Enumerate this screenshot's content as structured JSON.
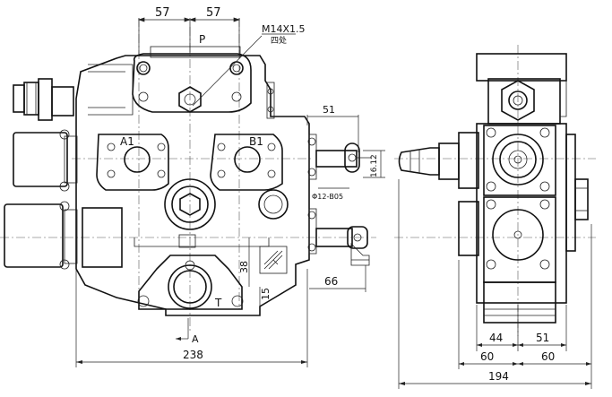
{
  "drawing": {
    "ports": {
      "p": "P",
      "a1": "A1",
      "b1": "B1",
      "t": "T",
      "a_section": "A"
    },
    "thread_note": {
      "line1": "M14X1.5",
      "line2": "四处"
    },
    "dimensions": {
      "top_left": "57",
      "top_right": "57",
      "side_51": "51",
      "side_16": "16.12",
      "side_phi": "Φ12-B05",
      "d38": "38",
      "d15": "15",
      "d66": "66",
      "d238": "238",
      "d44": "44",
      "d51b": "51",
      "d60a": "60",
      "d60b": "60",
      "d194": "194"
    }
  }
}
